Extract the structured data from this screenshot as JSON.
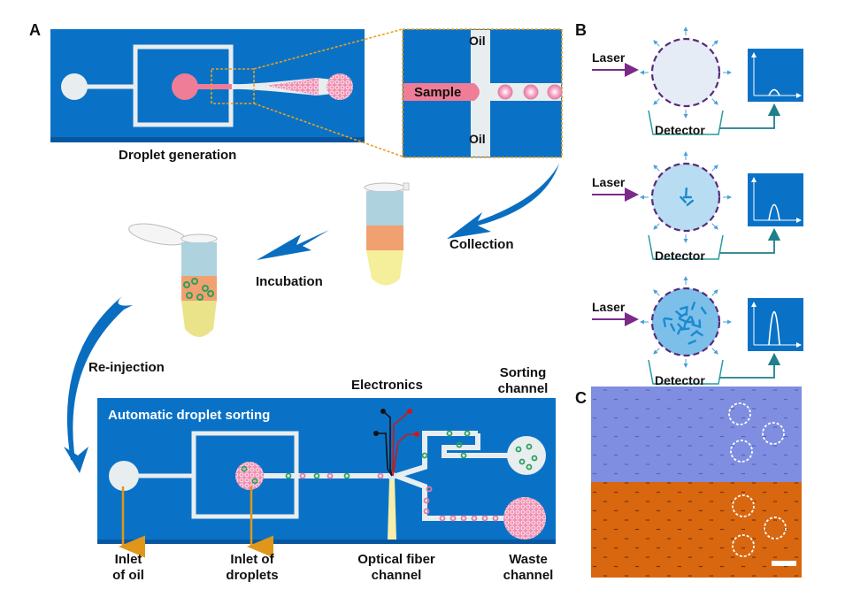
{
  "panels": {
    "a": {
      "letter": "A"
    },
    "b": {
      "letter": "B"
    },
    "c": {
      "letter": "C"
    }
  },
  "colors": {
    "chip_blue": "#0a72c6",
    "channel": "#e8edf0",
    "sample_pink": "#ef7d98",
    "droplet_pink": "#f4a0c0",
    "positive_green": "#2aa25a",
    "zoom_orange": "#e8a020",
    "arrow_blue": "#0a6ec0",
    "laser_purple": "#7b2a8a",
    "detector_teal": "#2a9aa0",
    "electrode_red": "#d01818",
    "electrode_black": "#111111",
    "fiber_yellow": "#f6eeaa",
    "inlet_arrow_orange": "#e0961a",
    "micro_blue": "#6f7fd8",
    "micro_orange": "#d0620e"
  },
  "droplet_generation": {
    "title": "Droplet generation",
    "zoom_labels": {
      "oil_top": "Oil",
      "oil_bottom": "Oil",
      "sample": "Sample"
    }
  },
  "workflow": {
    "collection": "Collection",
    "incubation": "Incubation",
    "reinjection": "Re-injection"
  },
  "sorting_chip": {
    "title": "Automatic droplet sorting",
    "electronics": "Electronics",
    "sorting_channel": [
      "Sorting",
      "channel"
    ],
    "inlet_oil": [
      "Inlet",
      "of oil"
    ],
    "inlet_droplets": [
      "Inlet of",
      "droplets"
    ],
    "optical_fiber": [
      "Optical fiber",
      "channel"
    ],
    "waste_channel": [
      "Waste",
      "channel"
    ]
  },
  "detection": {
    "rows": [
      {
        "laser_label": "Laser",
        "detector_label": "Detector",
        "bacteria_load": "none",
        "signal_peak": 0.15
      },
      {
        "laser_label": "Laser",
        "detector_label": "Detector",
        "bacteria_load": "low",
        "signal_peak": 0.4
      },
      {
        "laser_label": "Laser",
        "detector_label": "Detector",
        "bacteria_load": "high",
        "signal_peak": 0.85
      }
    ]
  },
  "micrograph": {
    "top_channel": "blue fluorescence",
    "bottom_channel": "orange brightfield",
    "highlighted_droplets": 3,
    "scale_bar": true
  }
}
